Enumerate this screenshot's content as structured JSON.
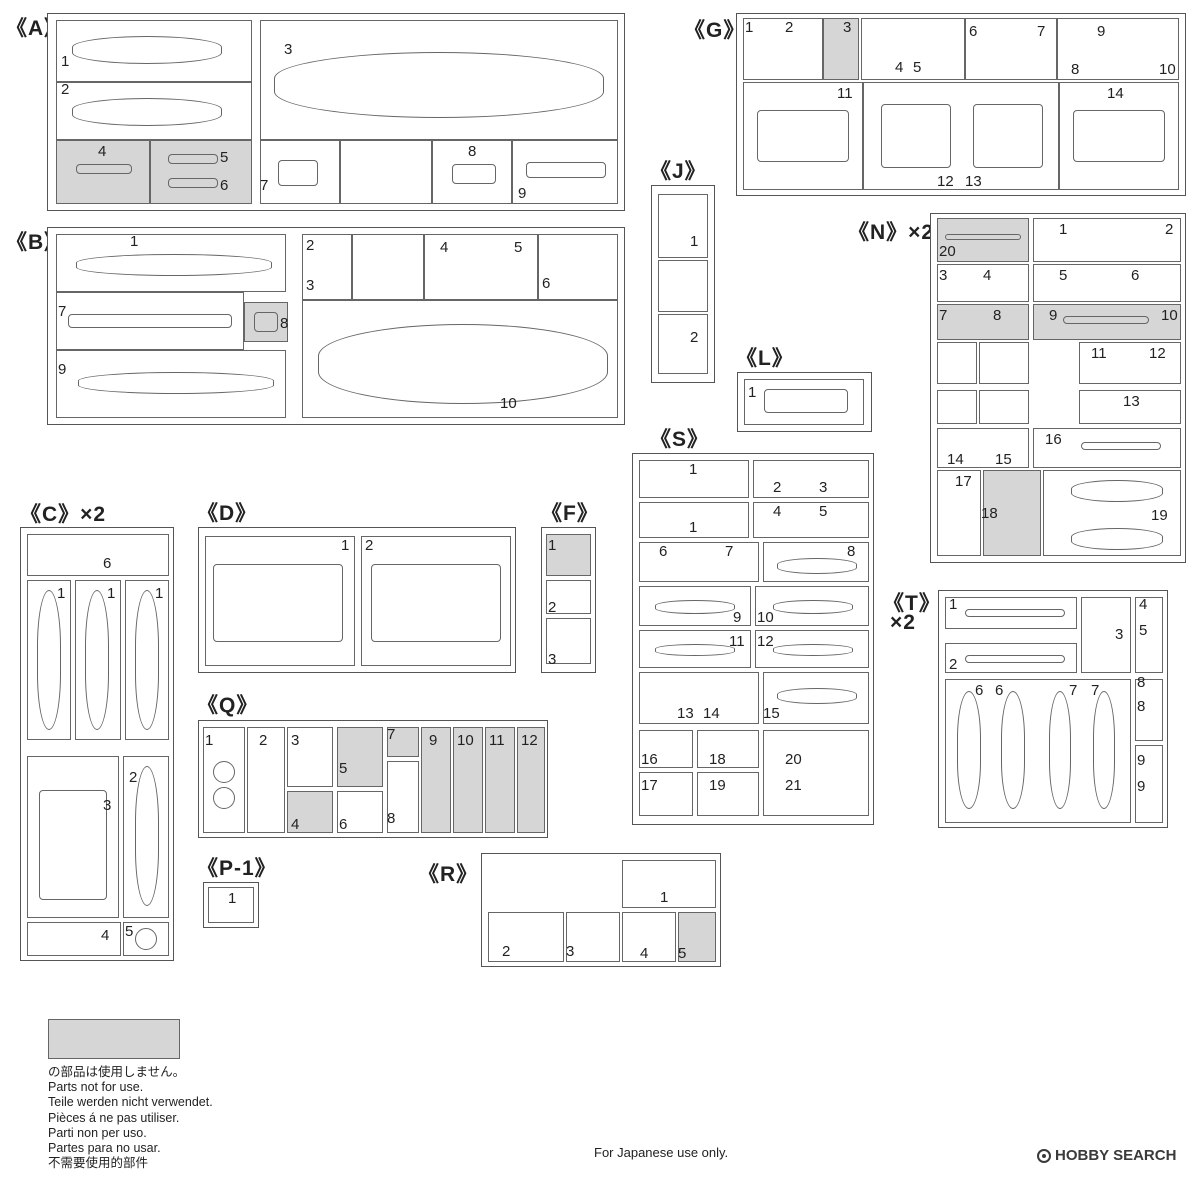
{
  "sprues": {
    "A": {
      "title": "《A》",
      "parts": [
        "1",
        "2",
        "3",
        "4",
        "5",
        "6",
        "7",
        "8",
        "9"
      ]
    },
    "B": {
      "title": "《B》",
      "parts": [
        "1",
        "2",
        "3",
        "4",
        "5",
        "6",
        "7",
        "8",
        "9",
        "10"
      ]
    },
    "C": {
      "title": "《C》×2",
      "parts": [
        "1",
        "1",
        "1",
        "2",
        "3",
        "4",
        "5",
        "6"
      ]
    },
    "D": {
      "title": "《D》",
      "parts": [
        "1",
        "2"
      ]
    },
    "F": {
      "title": "《F》",
      "parts": [
        "1",
        "2",
        "3"
      ]
    },
    "G": {
      "title": "《G》",
      "parts": [
        "1",
        "2",
        "3",
        "4",
        "5",
        "6",
        "7",
        "8",
        "9",
        "10",
        "11",
        "12",
        "13",
        "14"
      ]
    },
    "J": {
      "title": "《J》",
      "parts": [
        "1",
        "2"
      ]
    },
    "L": {
      "title": "《L》",
      "parts": [
        "1"
      ]
    },
    "N": {
      "title": "《N》×2",
      "parts": [
        "1",
        "2",
        "3",
        "4",
        "5",
        "6",
        "7",
        "8",
        "9",
        "10",
        "11",
        "12",
        "13",
        "14",
        "15",
        "16",
        "17",
        "18",
        "19",
        "20"
      ]
    },
    "Q": {
      "title": "《Q》",
      "parts": [
        "1",
        "2",
        "3",
        "4",
        "5",
        "6",
        "7",
        "8",
        "9",
        "10",
        "11",
        "12"
      ]
    },
    "P": {
      "title": "《P-1》",
      "parts": [
        "1"
      ]
    },
    "R": {
      "title": "《R》",
      "parts": [
        "1",
        "2",
        "3",
        "4",
        "5"
      ]
    },
    "S": {
      "title": "《S》",
      "parts": [
        "1",
        "1",
        "2",
        "3",
        "4",
        "5",
        "6",
        "7",
        "8",
        "9",
        "10",
        "11",
        "12",
        "13",
        "14",
        "15",
        "16",
        "17",
        "18",
        "19",
        "20",
        "21"
      ]
    },
    "T": {
      "title": "《T》",
      "title2": "×2",
      "parts": [
        "1",
        "2",
        "3",
        "4",
        "5",
        "6",
        "6",
        "7",
        "7",
        "8",
        "8",
        "9",
        "9"
      ]
    }
  },
  "legend": {
    "lines": [
      "の部品は使用しません。",
      "Parts not for use.",
      "Teile werden nicht verwendet.",
      "Pièces á ne pas utiliser.",
      "Parti non per uso.",
      "Partes para no usar.",
      "不需要使用的部件"
    ],
    "swatch_color": "#d6d6d6"
  },
  "footer": {
    "note": "For Japanese use only."
  },
  "watermark": {
    "text": "HOBBY SEARCH"
  }
}
